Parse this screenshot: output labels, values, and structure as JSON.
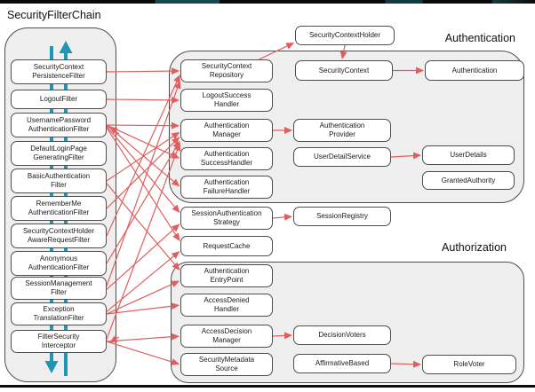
{
  "page": {
    "title": "SecurityFilterChain"
  },
  "groups": {
    "authentication_label": "Authentication",
    "authorization_label": "Authorization"
  },
  "nodes": {
    "scpf": "SecurityContext\nPersistenceFilter",
    "logoutFilter": "LogoutFilter",
    "upaf": "UsernamePassword\nAuthenticationFilter",
    "defaultLoginPage": "DefaultLoginPage\nGeneratingFilter",
    "basicAuth": "BasicAuthentication\nFilter",
    "rememberMe": "RememberMe\nAuthenticationFilter",
    "schAware": "SecurityContextHolder\nAwareRequestFilter",
    "anonymous": "Anonymous\nAuthenticationFilter",
    "sessionMgmt": "SessionManagement\nFilter",
    "excTrans": "Exception\nTranslationFilter",
    "fsi": "FilterSecurity\nInterceptor",
    "scRepo": "SecurityContext\nRepository",
    "logoutSuccess": "LogoutSuccess\nHandler",
    "authManager": "Authentication\nManager",
    "authSuccess": "Authentication\nSuccessHandler",
    "authFailure": "Authentication\nFailureHandler",
    "sessionAuthStrategy": "SessionAuthentication\nStrategy",
    "requestCache": "RequestCache",
    "authEntryPoint": "Authentication\nEntryPoint",
    "accessDenied": "AccessDenied\nHandler",
    "accessDecision": "AccessDecision\nManager",
    "securityMetadata": "SecurityMetadata\nSource",
    "scHolder": "SecurityContextHolder",
    "securityContext": "SecurityContext",
    "authProvider": "Authentication\nProvider",
    "userDetailService": "UserDetailService",
    "sessionRegistry": "SessionRegistry",
    "decisionVoters": "DecisionVoters",
    "affirmativeBased": "AffirmativeBased",
    "authentication": "Authentication",
    "userDetails": "UserDetails",
    "grantedAuthority": "GrantedAuthority",
    "roleVoter": "RoleVoter"
  },
  "connections": [
    {
      "from": "scpf",
      "to": "scRepo"
    },
    {
      "from": "logoutFilter",
      "to": "logoutSuccess"
    },
    {
      "from": "upaf",
      "to": "authManager"
    },
    {
      "from": "upaf",
      "to": "authSuccess"
    },
    {
      "from": "upaf",
      "to": "authFailure"
    },
    {
      "from": "upaf",
      "to": "sessionAuthStrategy"
    },
    {
      "from": "upaf",
      "to": "requestCache"
    },
    {
      "from": "basicAuth",
      "to": "authManager"
    },
    {
      "from": "basicAuth",
      "to": "authEntryPoint"
    },
    {
      "from": "rememberMe",
      "to": "authManager"
    },
    {
      "from": "schAware",
      "to": "scRepo"
    },
    {
      "from": "anonymous",
      "to": "authManager"
    },
    {
      "from": "sessionMgmt",
      "to": "scRepo"
    },
    {
      "from": "sessionMgmt",
      "to": "sessionAuthStrategy"
    },
    {
      "from": "excTrans",
      "to": "requestCache"
    },
    {
      "from": "excTrans",
      "to": "authEntryPoint"
    },
    {
      "from": "excTrans",
      "to": "accessDenied"
    },
    {
      "from": "fsi",
      "to": "authManager"
    },
    {
      "from": "fsi",
      "to": "accessDecision"
    },
    {
      "from": "fsi",
      "to": "securityMetadata"
    },
    {
      "from": "scRepo",
      "to": "scHolder"
    },
    {
      "from": "scHolder",
      "to": "securityContext"
    },
    {
      "from": "securityContext",
      "to": "authentication"
    },
    {
      "from": "authManager",
      "to": "authProvider"
    },
    {
      "from": "userDetailService",
      "to": "userDetails"
    },
    {
      "from": "sessionAuthStrategy",
      "to": "sessionRegistry"
    },
    {
      "from": "accessDecision",
      "to": "decisionVoters"
    },
    {
      "from": "affirmativeBased",
      "to": "roleVoter"
    }
  ],
  "colors": {
    "arrow_red": "#df5f5f",
    "flow_teal": "#1f96b4",
    "container_fill": "#efefef",
    "border_gray": "#4d4d4d"
  }
}
